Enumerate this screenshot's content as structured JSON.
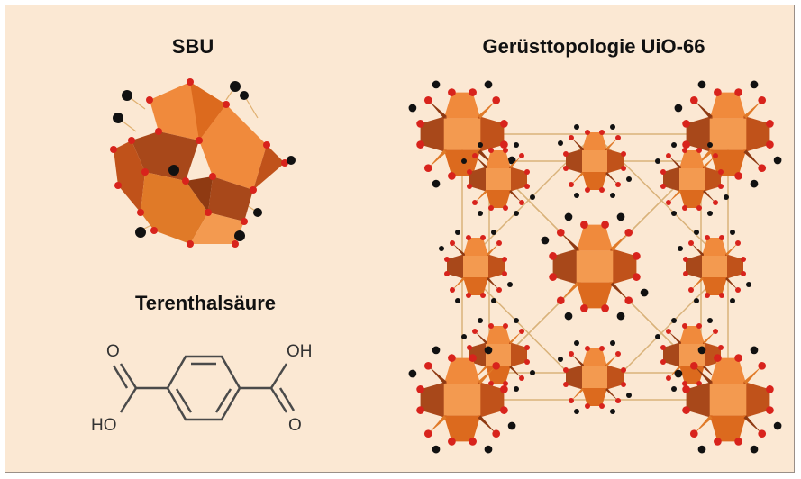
{
  "headings": {
    "sbu": "SBU",
    "topology": "Gerüsttopologie UiO-66",
    "linker": "Terenthalsäure"
  },
  "molecule_labels": {
    "carbonyl_o_left": "O",
    "hydroxyl_left": "HO",
    "hydroxyl_right": "OH",
    "carbonyl_o_right": "O"
  },
  "colors": {
    "background": "#fbe8d3",
    "polyhedron_light": "#f08a3c",
    "polyhedron_mid": "#dc6a1e",
    "polyhedron_dark": "#a8481a",
    "oxygen_atom": "#d8231c",
    "carbon_atom": "#111111",
    "framework_edge": "#d9b27a",
    "bond_line": "#4a4a4a"
  }
}
